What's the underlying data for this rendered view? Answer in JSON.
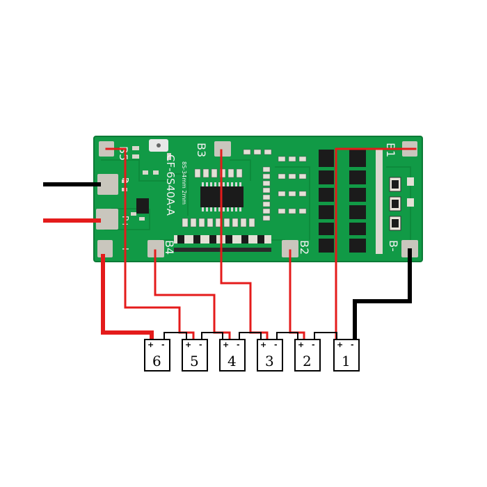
{
  "colors": {
    "pcb": "#119a46",
    "pcb_edge": "#0c7a36",
    "trace": "#0f8a3e",
    "pad": "#c9c6bd",
    "wire_red": "#e41b1b",
    "wire_black": "#000000",
    "chip": "#1b1b1b",
    "background": "#ffffff"
  },
  "board": {
    "model_label": "CF-6S40A-A",
    "small_label": "8S-34mm 2mm",
    "pad_labels": {
      "b5": "B5",
      "b3": "B3",
      "b4": "B4",
      "b2": "B2",
      "b1": "B1",
      "bminus": "B-",
      "plus": "+",
      "pplus": "P+",
      "pminus": "P-"
    }
  },
  "cells": [
    {
      "label": "6",
      "positive": "+",
      "negative": "-"
    },
    {
      "label": "5",
      "positive": "+",
      "negative": "-"
    },
    {
      "label": "4",
      "positive": "+",
      "negative": "-"
    },
    {
      "label": "3",
      "positive": "+",
      "negative": "-"
    },
    {
      "label": "2",
      "positive": "+",
      "negative": "-"
    },
    {
      "label": "1",
      "positive": "+",
      "negative": "-"
    }
  ]
}
